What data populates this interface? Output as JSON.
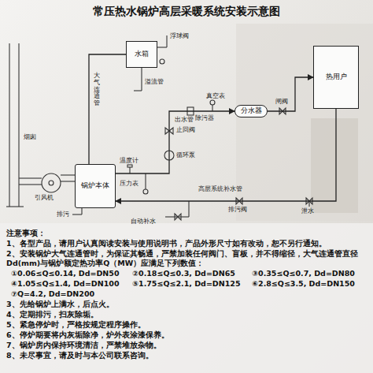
{
  "diagram": {
    "title": "常压热水锅炉高层采暖系统安装示意图",
    "nodes": [
      {
        "text": [
          "水箱"
        ]
      },
      {
        "text": [
          "热用户"
        ]
      },
      {
        "text": [
          "分水器"
        ]
      },
      {
        "text": [
          "锅炉本体"
        ]
      }
    ],
    "edges": [
      {
        "from": 3,
        "to": 0,
        "arrow": "none"
      },
      {
        "from": 3,
        "to": 2,
        "arrow": "to"
      },
      {
        "from": 2,
        "to": 1,
        "arrow": "to"
      },
      {
        "from": 1,
        "to": 3,
        "arrow": "to"
      }
    ],
    "labels": [
      "烟囱",
      "引风机",
      "大气连通管",
      "溢流管",
      "浮球阀",
      "出水管",
      "温度计",
      "压力表",
      "真空表",
      "止回阀",
      "循环泵",
      "除污器",
      "闸阀",
      "高层系统补水管",
      "排污阀",
      "泄水",
      "自动补水",
      "排污",
      "注意事项：",
      "1、各型产品，请用户认真阅读安装与使用说明书，产品外形尺寸如有改动，恕不另行通知。",
      "2、安装锅炉大气连通管时，为保证其畅通，严禁加装任何阀门、盲板，并不得缩径，大气连通管直径Dd(mm)与锅炉额定热功率Q（MW）应满足下列数值：",
      "①0.06≤Q≤0.14, Dd=DN50",
      "②0.18≤Q≤0.3, Dd=DN65",
      "③0.35≤Q≤0.7, Dd=DN80",
      "④1.05≤Q≤1.4, Dd=DN100",
      "⑤1.75≤Q≤2.1, Dd=DN125",
      "⑥2.8≤Q≤3.5, Dd=DN150",
      "⑦Q=4.2, Dd=DN200",
      "3、先给锅炉上满水，后点火。",
      "4、定期排污，扫灰除垢。",
      "5、紧急停炉时，严格按规定程序操作。",
      "6、停炉期要将内灰垢除净，炉外表涂漆保养。",
      "7、锅炉房内保持环境清洁，严禁堆放杂物。",
      "8、未尽事宜，请及时与本公司联系咨询。"
    ]
  }
}
